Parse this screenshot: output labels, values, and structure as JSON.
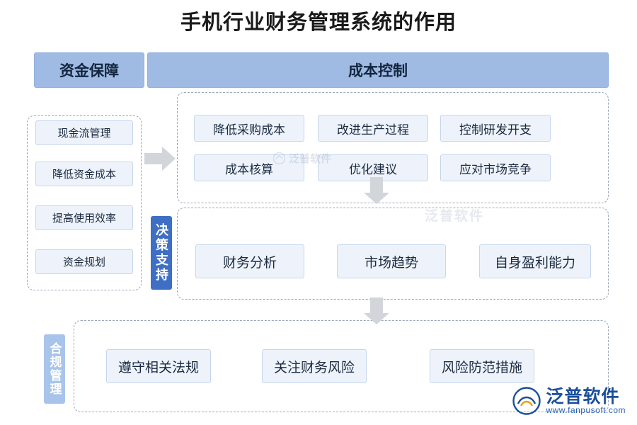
{
  "title": "手机行业财务管理系统的作用",
  "headers": {
    "funding": "资金保障",
    "cost": "成本控制"
  },
  "funding_group": {
    "items": [
      {
        "label": "现金流管理"
      },
      {
        "label": "降低资金成本"
      },
      {
        "label": "提高使用效率"
      },
      {
        "label": "资金规划"
      }
    ]
  },
  "cost_group": {
    "items": [
      {
        "label": "降低采购成本"
      },
      {
        "label": "改进生产过程"
      },
      {
        "label": "控制研发开支"
      },
      {
        "label": "成本核算"
      },
      {
        "label": "优化建议"
      },
      {
        "label": "应对市场竞争"
      }
    ]
  },
  "decision_group": {
    "tab_label": "决策支持",
    "items": [
      {
        "label": "财务分析"
      },
      {
        "label": "市场趋势"
      },
      {
        "label": "自身盈利能力"
      }
    ]
  },
  "compliance_group": {
    "tab_label": "合规管理",
    "items": [
      {
        "label": "遵守相关法规"
      },
      {
        "label": "关注财务风险"
      },
      {
        "label": "风险防范措施"
      }
    ]
  },
  "watermark": {
    "center_text": "泛普软件",
    "ghost_text": "泛普软件"
  },
  "logo": {
    "name": "泛普软件",
    "url": "www.fanpusoft.com"
  },
  "colors": {
    "header_bar": "#9fbbe4",
    "chip_bg": "#eef3fb",
    "chip_border": "#c6d6ec",
    "tab_blue": "#3f6fc4",
    "tab_light_blue": "#a8c4ea",
    "arrow_gray": "#d2d5da",
    "logo_blue": "#1b4f9c"
  }
}
